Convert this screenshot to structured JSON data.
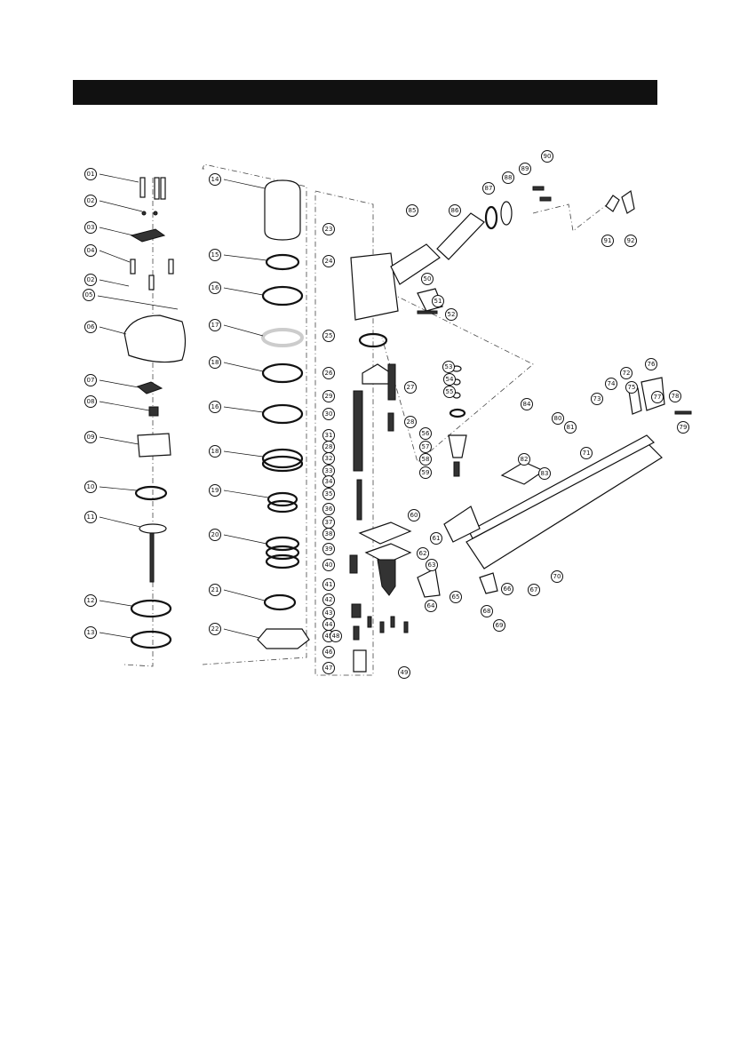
{
  "header": {
    "title": ""
  },
  "callouts": [
    {
      "label": "01"
    },
    {
      "label": "02"
    },
    {
      "label": "03"
    },
    {
      "label": "04"
    },
    {
      "label": "02"
    },
    {
      "label": "05"
    },
    {
      "label": "06"
    },
    {
      "label": "07"
    },
    {
      "label": "08"
    },
    {
      "label": "09"
    },
    {
      "label": "10"
    },
    {
      "label": "11"
    },
    {
      "label": "12"
    },
    {
      "label": "13"
    },
    {
      "label": "14"
    },
    {
      "label": "15"
    },
    {
      "label": "16"
    },
    {
      "label": "17"
    },
    {
      "label": "18"
    },
    {
      "label": "16"
    },
    {
      "label": "18"
    },
    {
      "label": "19"
    },
    {
      "label": "20"
    },
    {
      "label": "21"
    },
    {
      "label": "22"
    },
    {
      "label": "23"
    },
    {
      "label": "24"
    },
    {
      "label": "25"
    },
    {
      "label": "26"
    },
    {
      "label": "27"
    },
    {
      "label": "28"
    },
    {
      "label": "29"
    },
    {
      "label": "30"
    },
    {
      "label": "31"
    },
    {
      "label": "28"
    },
    {
      "label": "32"
    },
    {
      "label": "33"
    },
    {
      "label": "34"
    },
    {
      "label": "35"
    },
    {
      "label": "36"
    },
    {
      "label": "37"
    },
    {
      "label": "38"
    },
    {
      "label": "39"
    },
    {
      "label": "40"
    },
    {
      "label": "41"
    },
    {
      "label": "42"
    },
    {
      "label": "43"
    },
    {
      "label": "44"
    },
    {
      "label": "45"
    },
    {
      "label": "46"
    },
    {
      "label": "47"
    },
    {
      "label": "48"
    },
    {
      "label": "49"
    },
    {
      "label": "50"
    },
    {
      "label": "51"
    },
    {
      "label": "52"
    },
    {
      "label": "53"
    },
    {
      "label": "54"
    },
    {
      "label": "55"
    },
    {
      "label": "56"
    },
    {
      "label": "57"
    },
    {
      "label": "58"
    },
    {
      "label": "59"
    },
    {
      "label": "60"
    },
    {
      "label": "61"
    },
    {
      "label": "62"
    },
    {
      "label": "63"
    },
    {
      "label": "64"
    },
    {
      "label": "65"
    },
    {
      "label": "66"
    },
    {
      "label": "67"
    },
    {
      "label": "68"
    },
    {
      "label": "69"
    },
    {
      "label": "70"
    },
    {
      "label": "71"
    },
    {
      "label": "72"
    },
    {
      "label": "73"
    },
    {
      "label": "74"
    },
    {
      "label": "75"
    },
    {
      "label": "76"
    },
    {
      "label": "77"
    },
    {
      "label": "78"
    },
    {
      "label": "79"
    },
    {
      "label": "80"
    },
    {
      "label": "81"
    },
    {
      "label": "82"
    },
    {
      "label": "83"
    },
    {
      "label": "84"
    },
    {
      "label": "85"
    },
    {
      "label": "86"
    },
    {
      "label": "87"
    },
    {
      "label": "88"
    },
    {
      "label": "89"
    },
    {
      "label": "90"
    },
    {
      "label": "91"
    },
    {
      "label": "92"
    }
  ]
}
